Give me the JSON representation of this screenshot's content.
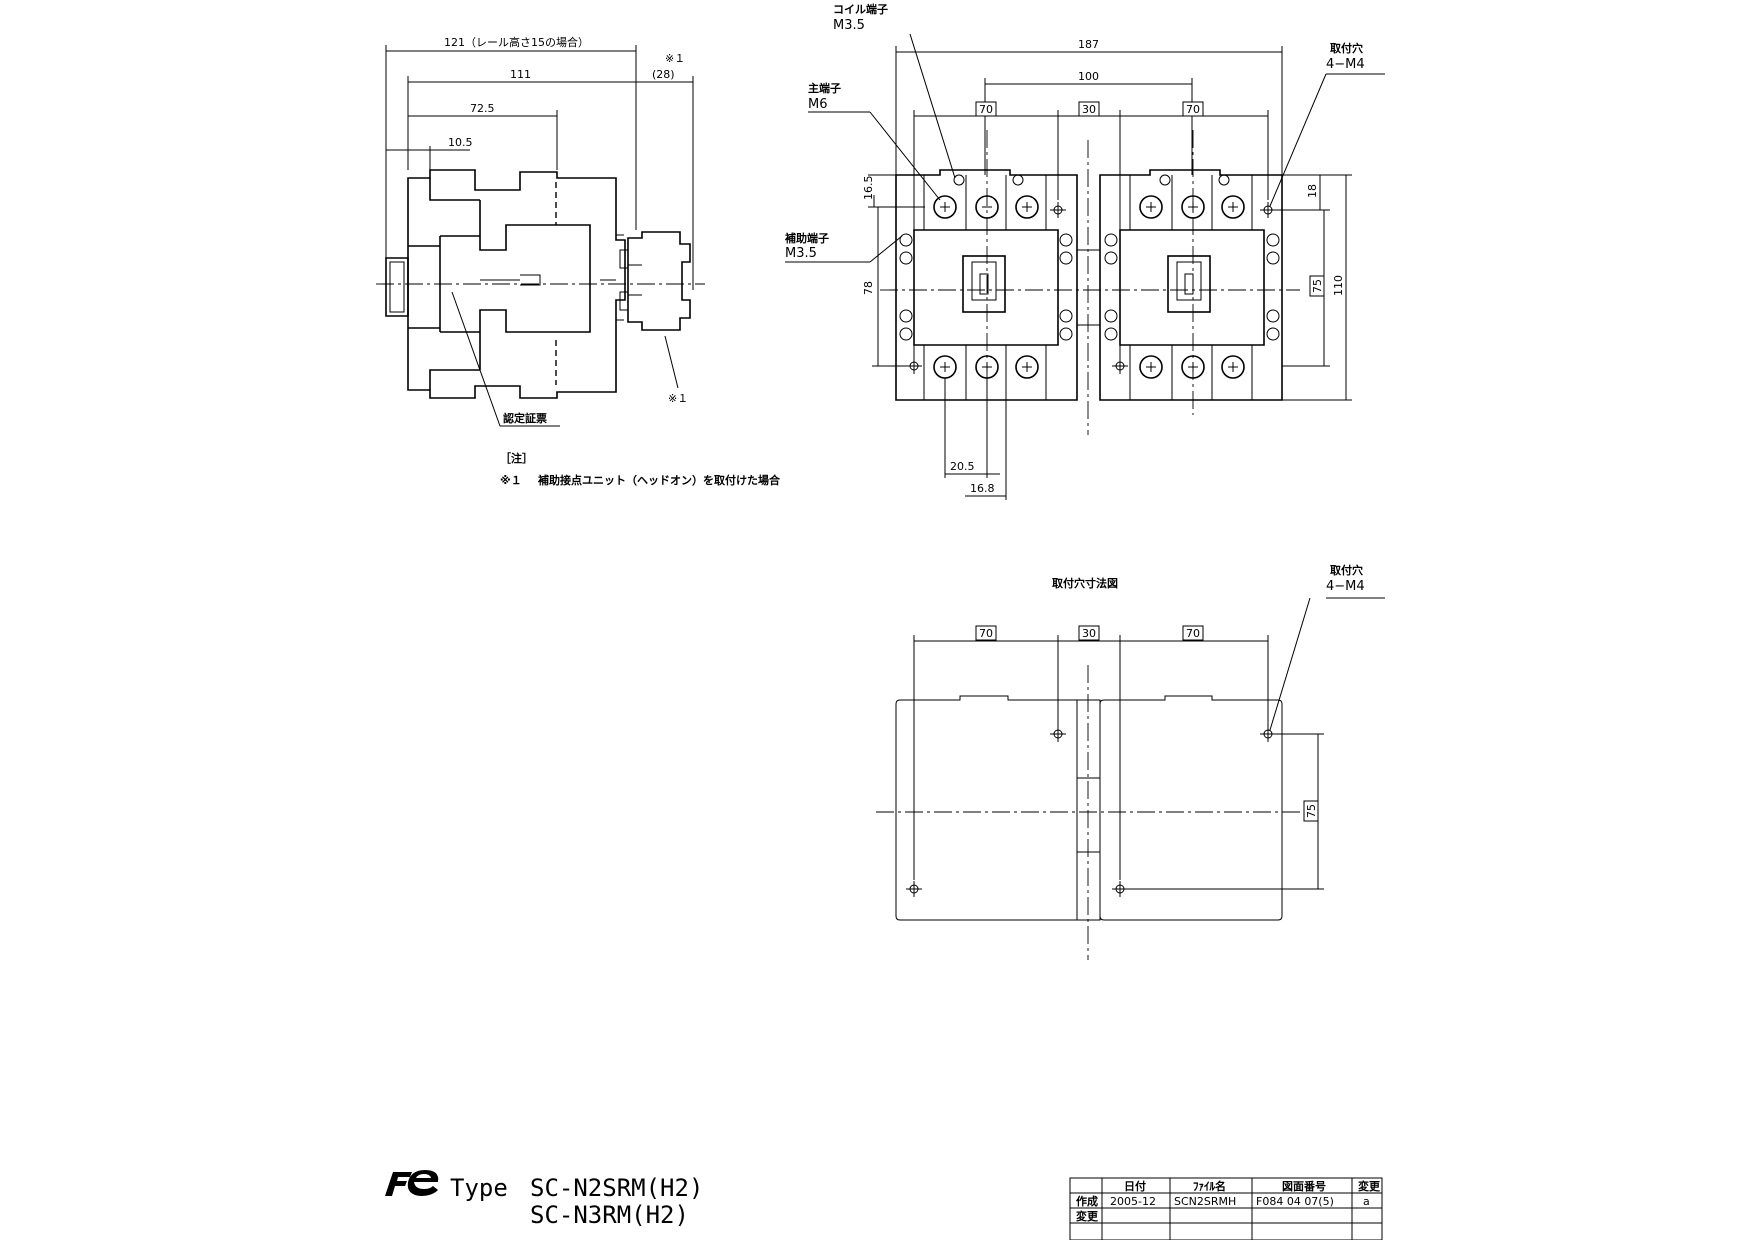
{
  "side_view": {
    "dim_121": "121（レール高さ15の場合）",
    "dim_111": "111",
    "dim_72_5": "72.5",
    "dim_10_5": "10.5",
    "note_mark_top": "※１",
    "dim_28": "(28)",
    "note_mark_bottom": "※１",
    "cert_label": "認定証票"
  },
  "notes": {
    "header": "［注］",
    "note1_mark": "※１",
    "note1_text": "補助接点ユニット（ヘッドオン）を取付けた場合"
  },
  "front_view": {
    "coil_terminal_label": "コイル端子",
    "coil_terminal_size": "M3.5",
    "main_terminal_label": "主端子",
    "main_terminal_size": "M6",
    "aux_terminal_label": "補助端子",
    "aux_terminal_size": "M3.5",
    "mount_hole_label": "取付穴",
    "mount_hole_size": "4−M4",
    "dim_187": "187",
    "dim_100": "100",
    "dim_70_left": "70",
    "dim_30": "30",
    "dim_70_right": "70",
    "dim_16_5": "16.5",
    "dim_78": "78",
    "dim_18": "18",
    "dim_75": "75",
    "dim_110": "110",
    "dim_20_5": "20.5",
    "dim_16_8": "16.8"
  },
  "mount_view": {
    "title": "取付穴寸法図",
    "mount_hole_label": "取付穴",
    "mount_hole_size": "4−M4",
    "dim_70_left": "70",
    "dim_30": "30",
    "dim_70_right": "70",
    "dim_75": "75"
  },
  "title_block": {
    "type_label": "Type",
    "model_1": "SC-N2SRM(H2)",
    "model_2": "SC-N3RM(H2)",
    "headers": [
      "",
      "日付",
      "ﾌｧｲﾙ名",
      "図面番号",
      "変更"
    ],
    "row1": [
      "作成",
      "2005-12",
      "SCN2SRMH",
      "F084 04 07(5)",
      "a"
    ],
    "row2": [
      "変更",
      "",
      "",
      "",
      ""
    ]
  }
}
